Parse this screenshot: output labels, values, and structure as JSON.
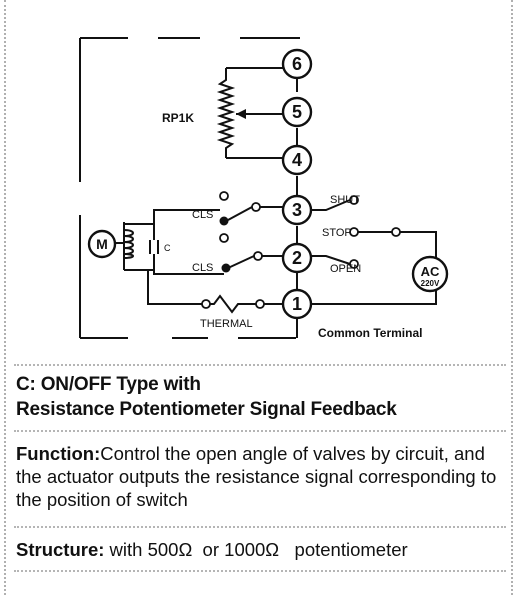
{
  "diagram": {
    "terminals": [
      "6",
      "5",
      "4",
      "3",
      "2",
      "1"
    ],
    "potentiometer_label": "RP1K",
    "motor_label": "M",
    "capacitor_label": "C",
    "switch_label_top": "CLS",
    "switch_label_bottom": "CLS",
    "thermal_label": "THERMAL",
    "shut_label": "SHUT",
    "stop_label": "STOP",
    "open_label": "OPEN",
    "ac_label": "AC",
    "ac_voltage": "220V",
    "common_label": "Common Terminal"
  },
  "section": {
    "title_line1": "C: ON/OFF Type with",
    "title_line2": "Resistance Potentiometer Signal Feedback"
  },
  "function": {
    "label": "Function:",
    "text": "Control the open angle of valves by circuit, and the actuator outputs the resistance signal corresponding to the position of switch"
  },
  "structure": {
    "label": "Structure:",
    "text": " with 500Ω  or 1000Ω   potentiometer"
  }
}
